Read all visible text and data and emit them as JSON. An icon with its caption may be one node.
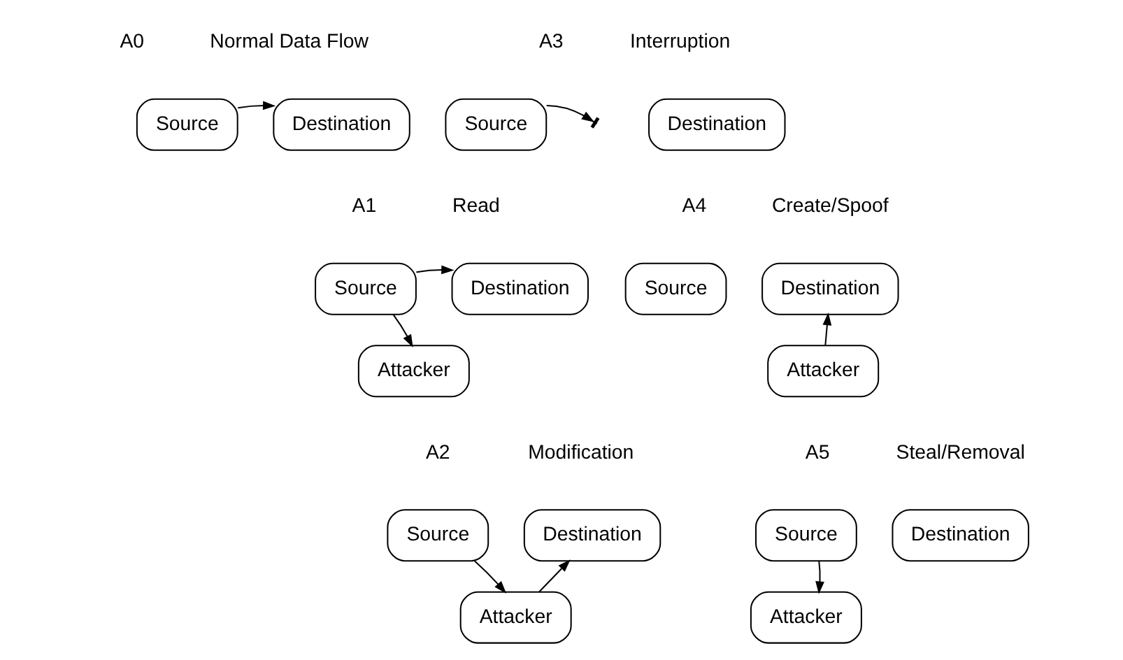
{
  "diagram": {
    "nodes": [
      {
        "text": [
          "Source"
        ]
      },
      {
        "text": [
          "Destination"
        ]
      },
      {
        "text": [
          "Source"
        ]
      },
      {
        "text": [
          "Destination"
        ]
      },
      {
        "text": [
          "Source"
        ]
      },
      {
        "text": [
          "Destination"
        ]
      },
      {
        "text": [
          "Attacker"
        ]
      },
      {
        "text": [
          "Source"
        ]
      },
      {
        "text": [
          "Destination"
        ]
      },
      {
        "text": [
          "Attacker"
        ]
      },
      {
        "text": [
          "Source"
        ]
      },
      {
        "text": [
          "Destination"
        ]
      },
      {
        "text": [
          "Attacker"
        ]
      },
      {
        "text": [
          "Source"
        ]
      },
      {
        "text": [
          "Destination"
        ]
      },
      {
        "text": [
          "Attacker"
        ]
      }
    ],
    "edges": [
      {
        "from": 0,
        "to": 1,
        "arrow": "to"
      },
      {
        "from": 2,
        "to": null,
        "arrow": "to"
      },
      {
        "from": 4,
        "to": 5,
        "arrow": "to"
      },
      {
        "from": 4,
        "to": 6,
        "arrow": "to"
      },
      {
        "from": 9,
        "to": 8,
        "arrow": "to"
      },
      {
        "from": 10,
        "to": 12,
        "arrow": "to"
      },
      {
        "from": 12,
        "to": 11,
        "arrow": "to"
      },
      {
        "from": 13,
        "to": 15,
        "arrow": "to"
      }
    ],
    "labels": [
      "A0",
      "Normal Data Flow",
      "A3",
      "Interruption",
      "A1",
      "Read",
      "A4",
      "Create/Spoof",
      "A2",
      "Modification",
      "A5",
      "Steal/Removal"
    ]
  }
}
